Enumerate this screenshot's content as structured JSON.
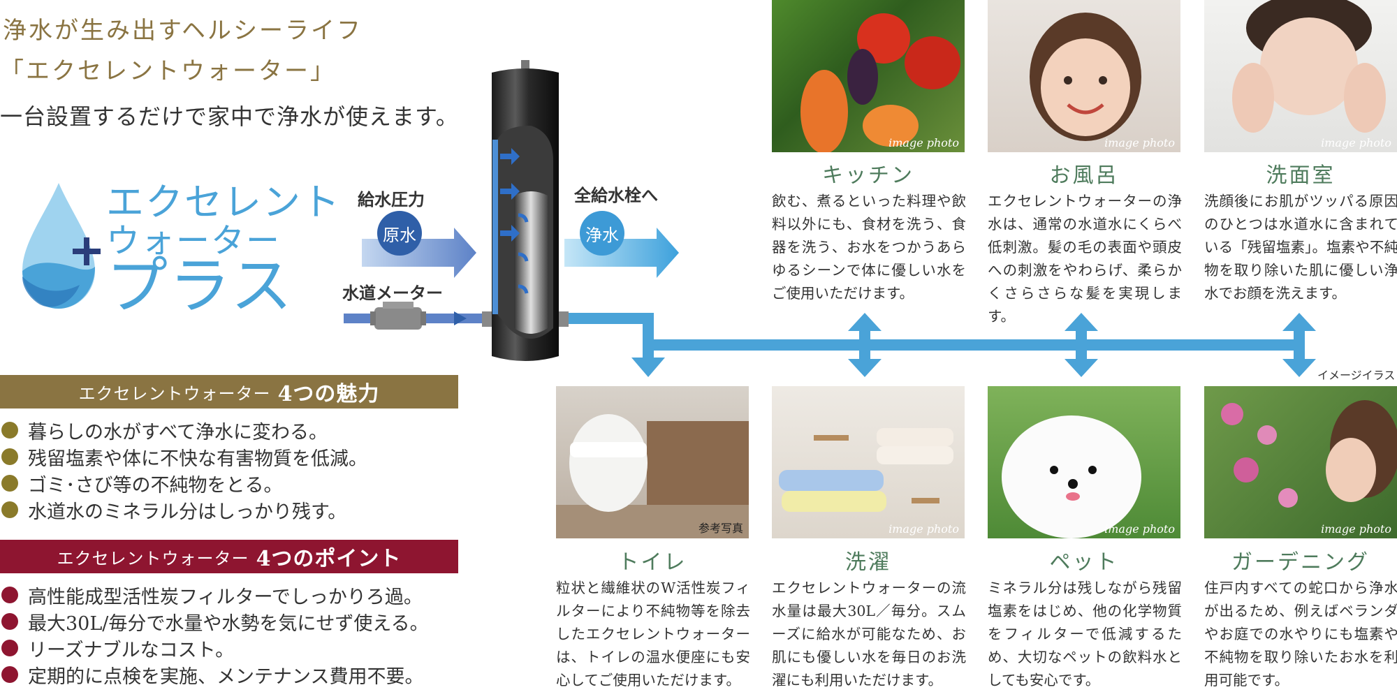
{
  "headline": {
    "line1": "浄水が生み出すヘルシーライフ",
    "line2": "「エクセレントウォーター」",
    "line3": "一台設置するだけで家中で浄水が使えます。"
  },
  "logo": {
    "line1": "エクセレント",
    "line2": "ウォーター",
    "line3": "プラス"
  },
  "charms": {
    "title_prefix": "エクセレントウォーター",
    "title_main": "4つの魅力",
    "items": [
      "暮らしの水がすべて浄水に変わる。",
      "残留塩素や体に不快な有害物質を低減。",
      "ゴミ･さび等の不純物をとる。",
      "水道水のミネラル分はしっかり残す。"
    ]
  },
  "points": {
    "title_prefix": "エクセレントウォーター",
    "title_main": "4つのポイント",
    "items": [
      "高性能成型活性炭フィルターでしっかりろ過。",
      "最大30L/毎分で水量や水勢を気にせず使える。",
      "リーズナブルなコスト。",
      "定期的に点検を実施、メンテナンス費用不要。"
    ]
  },
  "diagram": {
    "supply_pressure": "給水圧力",
    "raw_water": "原水",
    "to_all_faucets": "全給水栓へ",
    "purified_water": "浄水",
    "water_meter": "水道メーター",
    "illustration_note": "イメージイラスト"
  },
  "rooms_top": [
    {
      "name": "キッチン",
      "caption": "image photo",
      "desc": "飲む、煮るといった料理や飲料以外にも、食材を洗う、食器を洗う、お水をつかうあらゆるシーンで体に優しい水をご使用いただけます。"
    },
    {
      "name": "お風呂",
      "caption": "image photo",
      "desc": "エクセレントウォーターの浄水は、通常の水道水にくらべ低刺激。髪の毛の表面や頭皮への刺激をやわらげ、柔らかくさらさらな髪を実現します。"
    },
    {
      "name": "洗面室",
      "caption": "image photo",
      "desc": "洗顔後にお肌がツッパる原因のひとつは水道水に含まれている「残留塩素」。塩素や不純物を取り除いた肌に優しい浄水でお顔を洗えます。"
    }
  ],
  "rooms_bottom": [
    {
      "name": "トイレ",
      "caption": "参考写真",
      "desc": "粒状と繊維状のW活性炭フィルターにより不純物等を除去したエクセレントウォーターは、トイレの温水便座にも安心してご使用いただけます。"
    },
    {
      "name": "洗濯",
      "caption": "image photo",
      "desc": "エクセレントウォーターの流水量は最大30L／毎分。スムーズに給水が可能なため、お肌にも優しい水を毎日のお洗濯にも利用いただけます。"
    },
    {
      "name": "ペット",
      "caption": "image photo",
      "desc": "ミネラル分は残しながら残留塩素をはじめ、他の化学物質をフィルターで低減するため、大切なペットの飲料水としても安心です。"
    },
    {
      "name": "ガーデニング",
      "caption": "image photo",
      "desc": "住戸内すべての蛇口から浄水が出るため、例えばベランダやお庭での水やりにも塩素や不純物を取り除いたお水を利用可能です。"
    }
  ],
  "colors": {
    "gold": "#8a7442",
    "crimson": "#8e1530",
    "pipe_blue": "#4aa3d8",
    "room_green": "#4e7b5c"
  }
}
